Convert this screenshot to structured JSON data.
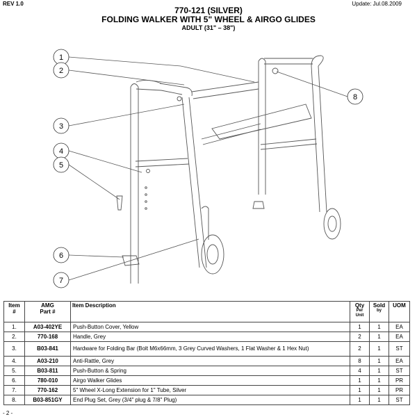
{
  "header": {
    "revision": "REV 1.0",
    "update": "Update: Jul.08.2009",
    "title": "770-121 (SILVER)",
    "subtitle": "FOLDING WALKER WITH 5\" WHEEL & AIRGO GLIDES",
    "size": "ADULT (31\" – 38\")"
  },
  "diagram": {
    "callouts": [
      "1",
      "2",
      "3",
      "4",
      "5",
      "6",
      "7",
      "8"
    ]
  },
  "table": {
    "headers": {
      "item_line1": "Item",
      "item_line2": "#",
      "amg_line1": "AMG",
      "amg_line2": "Part #",
      "description": "Item Description",
      "qty_line1": "Qty",
      "qty_line2": "Per",
      "qty_line3": "Unit",
      "sold_line1": "Sold",
      "sold_line2": "by",
      "uom": "UOM"
    },
    "rows": [
      {
        "item": "1.",
        "part": "A03-402YE",
        "desc": "Push-Button Cover, Yellow",
        "qty": "1",
        "sold": "1",
        "uom": "EA"
      },
      {
        "item": "2.",
        "part": "770-168",
        "desc": "Handle, Grey",
        "qty": "2",
        "sold": "1",
        "uom": "EA"
      },
      {
        "item": "3.",
        "part": "B03-841",
        "desc": "Hardware for Folding Bar (Bolt M6x66mm, 3 Grey Curved Washers, 1 Flat Washer & 1 Hex Nut)",
        "qty": "2",
        "sold": "1",
        "uom": "ST"
      },
      {
        "item": "4.",
        "part": "A03-210",
        "desc": "Anti-Rattle, Grey",
        "qty": "8",
        "sold": "1",
        "uom": "EA"
      },
      {
        "item": "5.",
        "part": "B03-811",
        "desc": "Push-Button & Spring",
        "qty": "4",
        "sold": "1",
        "uom": "ST"
      },
      {
        "item": "6.",
        "part": "780-010",
        "desc": "Airgo Walker Glides",
        "qty": "1",
        "sold": "1",
        "uom": "PR"
      },
      {
        "item": "7.",
        "part": "770-162",
        "desc": "5\" Wheel X-Long Extension for 1\" Tube, Silver",
        "qty": "1",
        "sold": "1",
        "uom": "PR"
      },
      {
        "item": "8.",
        "part": "B03-851GY",
        "desc": "End Plug Set, Grey (3/4\" plug & 7/8\" Plug)",
        "qty": "1",
        "sold": "1",
        "uom": "ST"
      }
    ]
  },
  "footer": {
    "page": "- 2 -"
  }
}
